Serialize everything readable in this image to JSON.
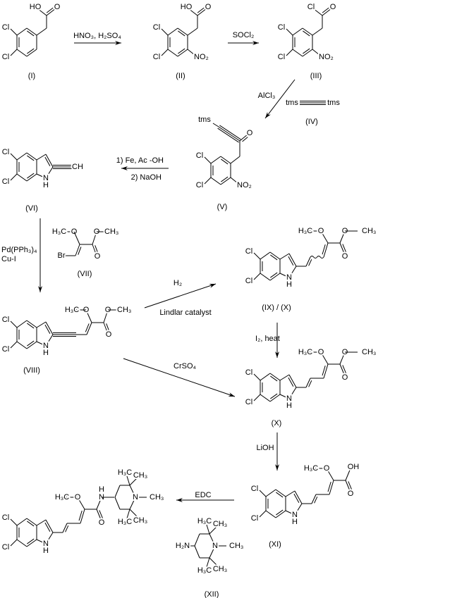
{
  "atoms": {
    "Cl": "Cl",
    "HO": "HO",
    "O": "O",
    "NO2": "NO₂",
    "H3C": "H₃C",
    "CH3": "CH₃",
    "OH": "OH",
    "N": "N",
    "H": "H",
    "Br": "Br",
    "CH": "CH",
    "tms": "tms",
    "H2N": "H₂N"
  },
  "compounds": {
    "I": "(I)",
    "II": "(II)",
    "III": "(III)",
    "IV": "(IV)",
    "V": "(V)",
    "VI": "(VI)",
    "VII": "(VII)",
    "VIII": "(VIII)",
    "IX_X": "(IX) / (X)",
    "X": "(X)",
    "XI": "(XI)",
    "XII": "(XII)"
  },
  "reagents": {
    "r1": "HNO₃, H₂SO₄",
    "r2": "SOCl₂",
    "r3": "AlCl₃",
    "r4a": "1) Fe, Ac -OH",
    "r4b": "2) NaOH",
    "r5a": "Pd(PPh₃)₄",
    "r5b": "Cu-I",
    "r6a": "H₂",
    "r6b": "Lindlar catalyst",
    "r7": "CrSO₄",
    "r8": "I₂,  heat",
    "r9": "LiOH",
    "r10": "EDC"
  }
}
